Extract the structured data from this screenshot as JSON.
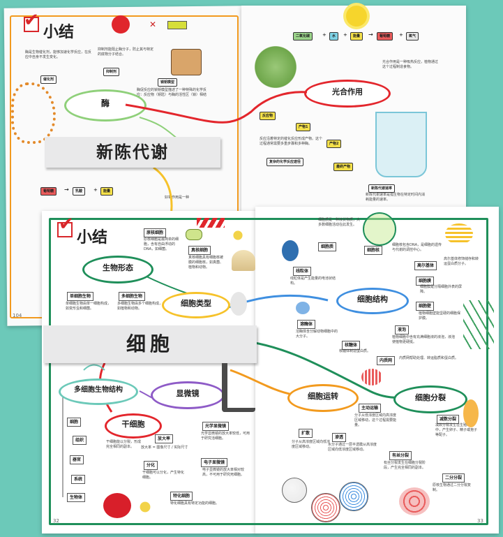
{
  "back_spread": {
    "title": "小结",
    "banner": "新陈代谢",
    "page_number": "104",
    "enzyme": {
      "label": "酶",
      "intro": "酶是生物催化剂，能够加速化学反应，在反应中自身不发生变化。",
      "catalyst_label": "催化剂",
      "inhibitor_label": "抑制剂",
      "inhibitor_text": "抑制剂能阻止酶分子，防止其与特定的底物分子结合。",
      "lock_key_label": "锁钥模型",
      "lock_key_text": "酶促反应的锁钥模型描述了一种特殊的化学反应：反应物（钥匙）与酶的活性区（锁）相结合。"
    },
    "photosynthesis": {
      "label": "光合作用",
      "formula": [
        "二氧化碳",
        "+",
        "水",
        "+",
        "能量",
        "→",
        "葡萄糖",
        "+",
        "氧气"
      ],
      "text": "光合作用是一种吸热反应，植物通过这个过程制造食物。"
    },
    "reaction": {
      "items": [
        "反应物",
        "产物1",
        "产物2",
        "最终产物"
      ],
      "desc": "反应沿着特定的催化反应形成产物。这个过程通常需要多重步骤和多种酶。",
      "label": "复杂的化学反应途径"
    },
    "metabolic_rate": {
      "label": "新陈代谢速率",
      "text": "新陈代谢速率是指生物在特定时间内消耗能量的速率。"
    },
    "respiration_chain": [
      "葡萄糖",
      "→",
      "乳酸",
      "+",
      "能量"
    ],
    "aerobic_text": "好氧作用是一种"
  },
  "front_spread": {
    "title": "小结",
    "banner": "细胞",
    "page_left": "32",
    "page_right": "33",
    "bio_form": {
      "label": "生物形态",
      "unicellular": {
        "label": "单细胞生物",
        "text": "单细胞生物由单一细胞构成，如变形虫和细菌。"
      },
      "multicellular": {
        "label": "多细胞生物",
        "text": "多细胞生物由多个细胞构成，如植物和动物。"
      }
    },
    "cell_type": {
      "label": "细胞类型",
      "prokaryote": {
        "label": "原核细胞",
        "text": "原核细胞是最简单的细胞，含有自由浮动的DNA，如细菌。"
      },
      "eukaryote": {
        "label": "真核细胞",
        "text": "真核细胞具有细胞核被膜的细胞核，如真菌、植物和动物。"
      }
    },
    "cell_structure": {
      "label": "细胞结构",
      "cytoplasm": {
        "label": "细胞质",
        "text": "细胞质是一种液状物质，大多数细胞活动在此发生。"
      },
      "nucleus": {
        "label": "细胞核",
        "text": "细胞核包含DNA，是细胞的遗传与代谢的调控中心。"
      },
      "golgi": {
        "label": "高尔基体",
        "text": "高尔基体修饰储存和转运蛋白质分子。"
      },
      "membrane": {
        "label": "细胞膜",
        "text": "细胞膜是分隔细胞外表的屏障。"
      },
      "wall": {
        "label": "细胞壁",
        "text": "植物细胞壁能坚硬的细胞保护膜。"
      },
      "mito": {
        "label": "线粒体",
        "text": "线粒体是产生能量的电池状结构。"
      },
      "lysosome": {
        "label": "溶酶体",
        "text": "溶酶体含分解动物细胞中的大分子。"
      },
      "ribosome": {
        "label": "核糖体",
        "text": "核糖体制造蛋白质。"
      },
      "vacuole": {
        "label": "液泡",
        "text": "植物细胞中含有充满细胞液的液泡，液泡使植物更硬挺。"
      },
      "er": {
        "label": "内质网",
        "text": "内质网帮助处理、转运脂质和蛋白质。"
      }
    },
    "multicellular_structure": {
      "label": "多细胞生物结构",
      "levels": [
        "细胞",
        "组织",
        "器官",
        "系统",
        "生物体"
      ]
    },
    "stem_cell": {
      "label": "干细胞",
      "text": "干细胞能以分裂，形成完全相同的副本。",
      "differentiation": {
        "label": "分化",
        "text": "干细胞可以分化，产生特化细胞。"
      },
      "specialized": {
        "label": "特化细胞",
        "text": "特化细胞具有特定功能的细胞。"
      }
    },
    "microscope": {
      "label": "显微镜",
      "magnify": {
        "label": "放大率",
        "text": "放大率 = 图像尺寸 / 实际尺寸"
      },
      "light": {
        "label": "光学显微镜",
        "text": "光学显微镜的放大率较低，可用于研究活细胞。"
      },
      "electron": {
        "label": "电子显微镜",
        "text": "电子显微镜的放大率相对较高，不可用于研究死细胞。"
      }
    },
    "transport": {
      "label": "细胞运转",
      "active": {
        "label": "主动运输",
        "text": "分子从低浓度区域向高浓度区域移动，这个过程需要能量。"
      },
      "diffusion": {
        "label": "扩散",
        "text": "分子从高浓度区域向低浓度区域移动。"
      },
      "osmosis": {
        "label": "渗透",
        "text": "水分子通过一层半透膜从高浓度区域向低浓度区域移动。"
      }
    },
    "division": {
      "label": "细胞分裂",
      "meiosis": {
        "label": "减数分裂",
        "text": "减数分裂发生在生殖细胞中，产生卵子、精子或孢子等配子。"
      },
      "mitosis": {
        "label": "有丝分裂",
        "text": "有丝分裂发生在细胞分裂阶段，产生完全相同的副本。"
      },
      "binary": {
        "label": "二分分裂",
        "text": "原核生物通过二分分裂复制。"
      }
    }
  }
}
